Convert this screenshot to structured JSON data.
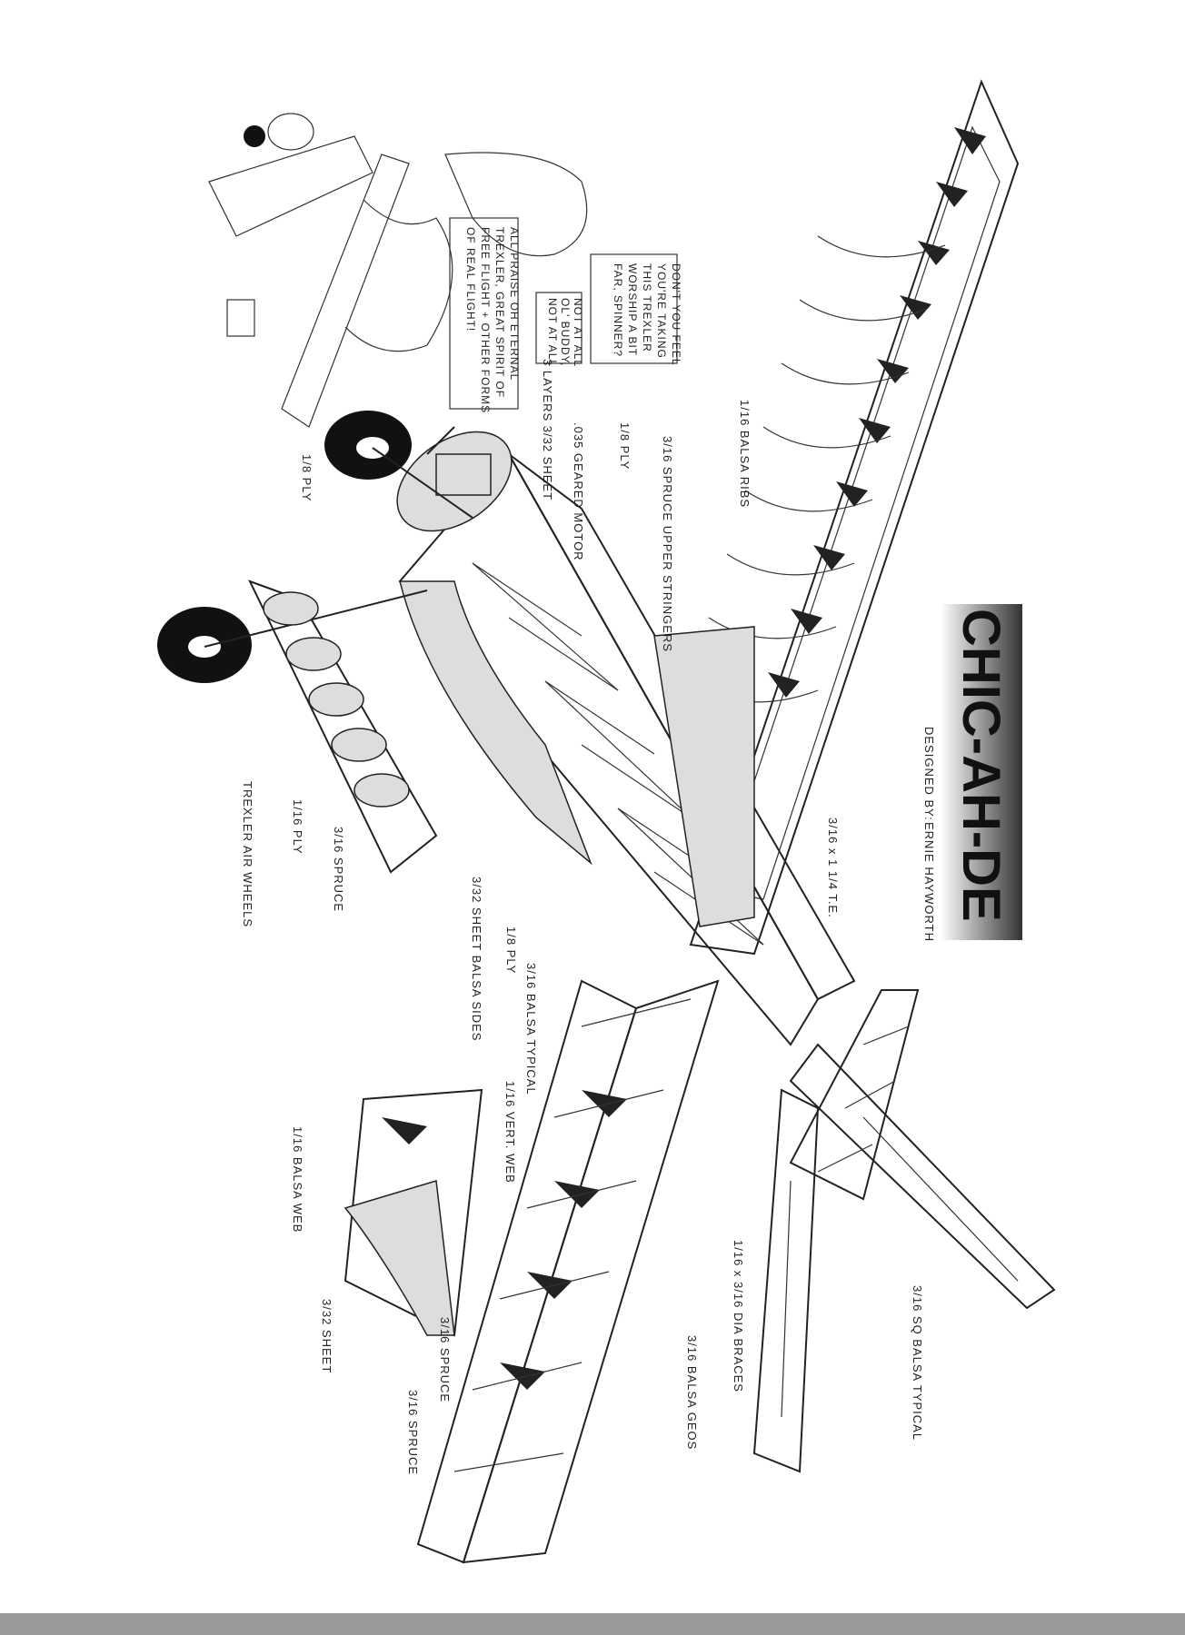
{
  "title": {
    "name": "CHIC-AH-DE",
    "designer_prefix": "DESIGNED BY:",
    "designer": "ERNIE HAYWORTH"
  },
  "cartoon": {
    "bubble_1": [
      "DON'T YOU FEEL",
      "YOU'RE TAKING",
      "THIS TREXLER",
      "WORSHIP A BIT",
      "FAR, SPINNER?"
    ],
    "bubble_2": [
      "NOT AT ALL",
      "OL' BUDDY,",
      "NOT AT ALL"
    ],
    "bubble_3": [
      "ALL PRAISE OH ETERNAL",
      "TREXLER, GREAT SPIRIT OF",
      "FREE FLIGHT + OTHER FORMS",
      "OF REAL FLIGHT!"
    ]
  },
  "labels": {
    "nose_sheet": "3 LAYERS 3/32 SHEET",
    "motor": ".035 GEARED MOTOR",
    "firewall_ply": "1/8 PLY",
    "stringers": "3/16 SPRUCE UPPER STRINGERS",
    "ribs": "1/16 BALSA RIBS",
    "gear_ply": "1/8 PLY",
    "trailing_edge": "3/16 x 1 1/4 T.E.",
    "battery_ply": "1/16 PLY",
    "battery_spruce": "3/16 SPRUCE",
    "wheels": "TREXLER AIR WHEELS",
    "sides": "3/32 SHEET BALSA SIDES",
    "side_ply": "1/8 PLY",
    "balsa_typical": "3/16 BALSA TYPICAL",
    "vert_web": "1/16 VERT. WEB",
    "balsa_web": "1/16 BALSA WEB",
    "tip_sheet": "3/32 SHEET",
    "spruce_1": "3/16 SPRUCE",
    "spruce_2": "3/16 SPRUCE",
    "balsa_geos": "3/16 BALSA GEOS",
    "dia_braces": "1/16 x 3/16 DIA BRACES",
    "sq_balsa": "3/16 SQ BALSA TYPICAL"
  }
}
